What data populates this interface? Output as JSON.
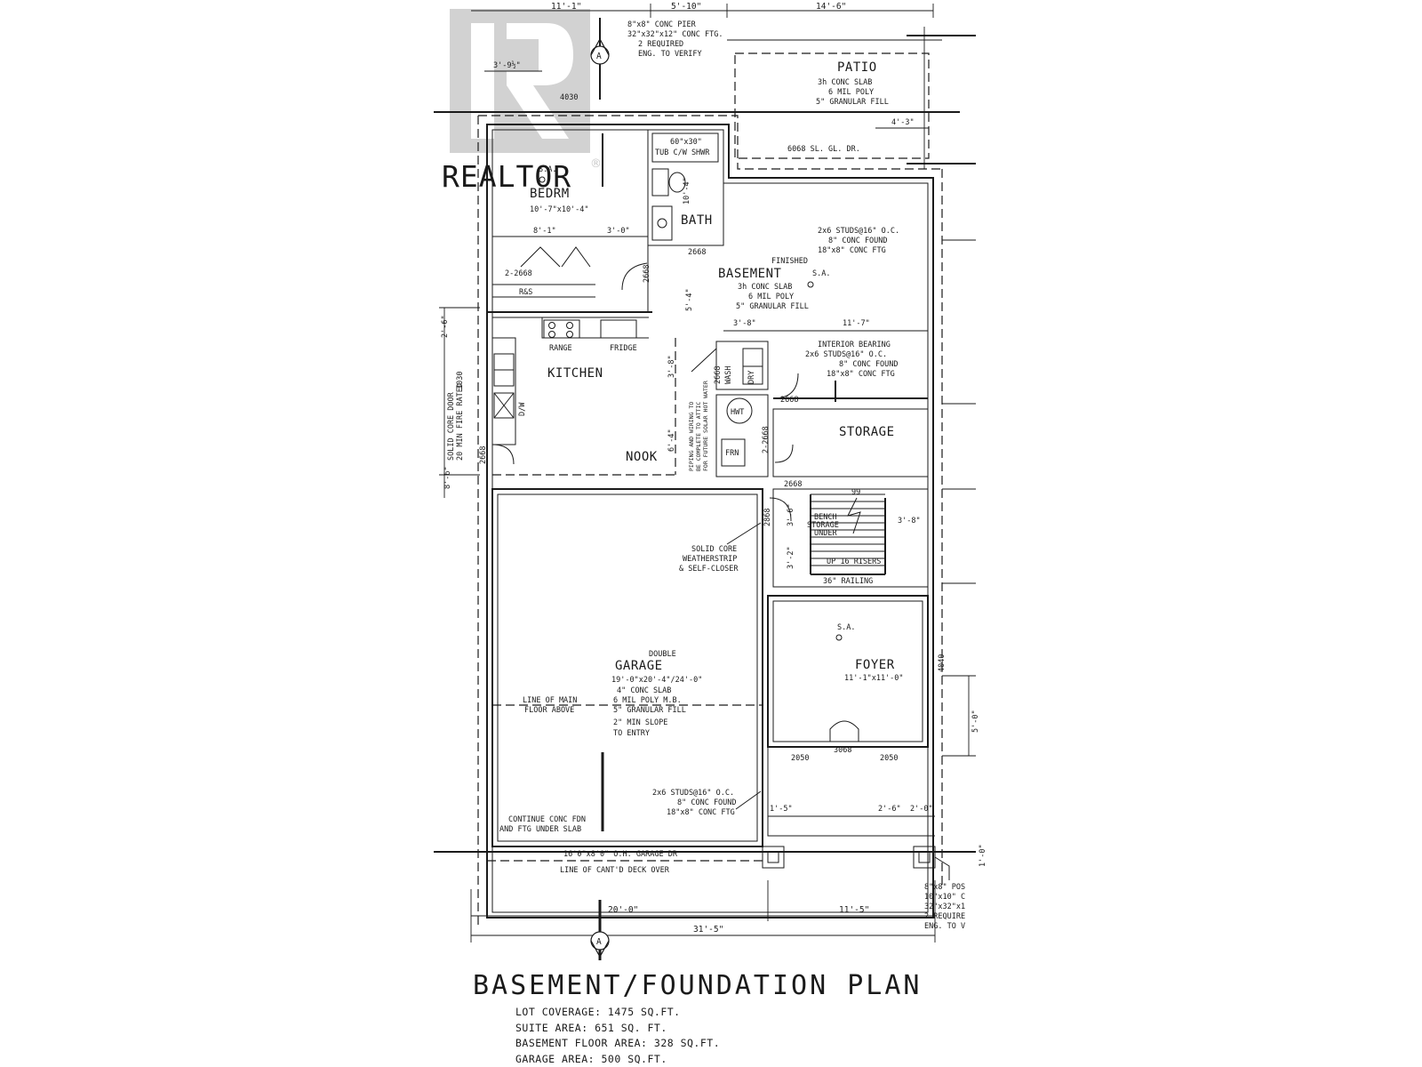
{
  "watermark": {
    "brand": "REALTOR",
    "mark": "®"
  },
  "plan_title": "BASEMENT/FOUNDATION PLAN",
  "stats": [
    "LOT COVERAGE: 1475 SQ.FT.",
    "SUITE AREA: 651 SQ. FT.",
    "BASEMENT FLOOR AREA: 328 SQ.FT.",
    "GARAGE AREA: 500 SQ.FT."
  ],
  "section_marker": "A",
  "rooms": {
    "patio": {
      "name": "PATIO",
      "specs": [
        "3h CONC SLAB",
        "6 MIL POLY",
        "5\" GRANULAR FILL"
      ]
    },
    "bedroom": {
      "sa": "S.A.",
      "name": "BEDRM",
      "size": "10'-7\"x10'-4\""
    },
    "bath": {
      "name": "BATH",
      "tub": [
        "60\"x30\"",
        "TUB C/W SHWR"
      ]
    },
    "basement": {
      "prefix": "FINISHED",
      "name": "BASEMENT",
      "sa": "S.A.",
      "specs": [
        "3h CONC SLAB",
        "6 MIL POLY",
        "5\" GRANULAR FILL"
      ]
    },
    "kitchen": {
      "name": "KITCHEN",
      "range": "RANGE",
      "fridge": "FRIDGE",
      "dw": "D/W"
    },
    "nook": {
      "name": "NOOK"
    },
    "storage": {
      "name": "STORAGE"
    },
    "garage": {
      "prefix": "DOUBLE",
      "name": "GARAGE",
      "size": "19'-0\"x20'-4\"/24'-0\"",
      "specs": [
        "4\" CONC SLAB",
        "6 MIL POLY M.B.",
        "5\" GRANULAR FILL",
        "2\" MIN SLOPE",
        "TO ENTRY"
      ]
    },
    "foyer": {
      "sa": "S.A.",
      "name": "FOYER",
      "size": "11'-1\"x11'-0\""
    },
    "mech": {
      "hwt": "HWT",
      "frn": "FRN",
      "wash": "WASH",
      "dry": "DRY"
    }
  },
  "notes": {
    "pier": [
      "8\"x8\" CONC PIER",
      "32\"x32\"x12\" CONC FTG.",
      "2 REQUIRED",
      "ENG. TO VERIFY"
    ],
    "foundation": [
      "2x6 STUDS@16\" O.C.",
      "8\" CONC FOUND",
      "18\"x8\" CONC FTG"
    ],
    "interior_bearing": [
      "INTERIOR BEARING",
      "2x6 STUDS@16\" O.C.",
      "8\" CONC FOUND",
      "18\"x8\" CONC FTG"
    ],
    "garage_wall": [
      "2x6 STUDS@16\" O.C.",
      "8\" CONC FOUND",
      "18\"x8\" CONC FTG"
    ],
    "solid_core": [
      "SOLID CORE",
      "WEATHERSTRIP",
      "& SELF-CLOSER"
    ],
    "solid_core_door": [
      "SOLID CORE DOOR",
      "20 MIN FIRE RATED"
    ],
    "piping": [
      "PIPING AND WIRING TO",
      "BE COMPLETE TO ATTIC",
      "FOR FUTURE SOLAR HOT WATER"
    ],
    "main_floor": [
      "LINE OF MAIN",
      "FLOOR ABOVE"
    ],
    "continue": [
      "CONTINUE CONC FDN",
      "AND FTG UNDER SLAB"
    ],
    "garage_door": "16'0\"x8'0\" O.H. GARAGE DR",
    "deck": "LINE OF CANT'D DECK OVER",
    "stairs": {
      "bench": "BENCH",
      "storage": "STORAGE",
      "under": "UNDER",
      "risers": "UP 16 RISERS",
      "railing": "36\" RAILING"
    },
    "post": [
      "8\"x8\" POS",
      "10\"x10\" C",
      "32\"x32\"x1",
      "2 REQUIRE",
      "ENG. TO V"
    ],
    "sliding_door": "6068 SL. GL. DR.",
    "rs": "R&S"
  },
  "dims": {
    "top_left": "11'-1\"",
    "top_mid": "5'-10\"",
    "top_right": "14'-6\"",
    "small_392": "3'-9½\"",
    "w4030": "4030",
    "d4_3": "4'-3\"",
    "d10_4": "10'-4\"",
    "d8_1": "8'-1\"",
    "d3_0": "3'-0\"",
    "d2668_a": "2668",
    "d2668_b": "2668",
    "d2_2668": "2-2668",
    "d5_4": "5'-4\"",
    "d2_6": "2'-6\"",
    "d3_8a": "3'-8\"",
    "d11_7": "11'-7\"",
    "d3_8b": "3'-8\"",
    "d2668_c": "2668",
    "d2668_d": "2668",
    "d2_2668b": "2-2668",
    "w3030": "3030",
    "d6_4": "6'-4\"",
    "d2668_e": "2668",
    "d8_6": "8'-6\"",
    "d2668_f": "2668",
    "d2868": "2868",
    "d3_6": "3'-6\"",
    "d3_8c": "3'-8\"",
    "d3_2": "3'-2\"",
    "d99": "99",
    "w4040": "4040",
    "d5_0": "5'-0\"",
    "w2050a": "2050",
    "w3068": "3068",
    "w2050b": "2050",
    "d1_5": "1'-5\"",
    "d2_6b": "2'-6\"",
    "d2_0": "2'-0\"",
    "d1_0": "1'-0\"",
    "bot_20": "20'-0\"",
    "bot_11_5": "11'-5\"",
    "bot_31_5": "31'-5\""
  }
}
